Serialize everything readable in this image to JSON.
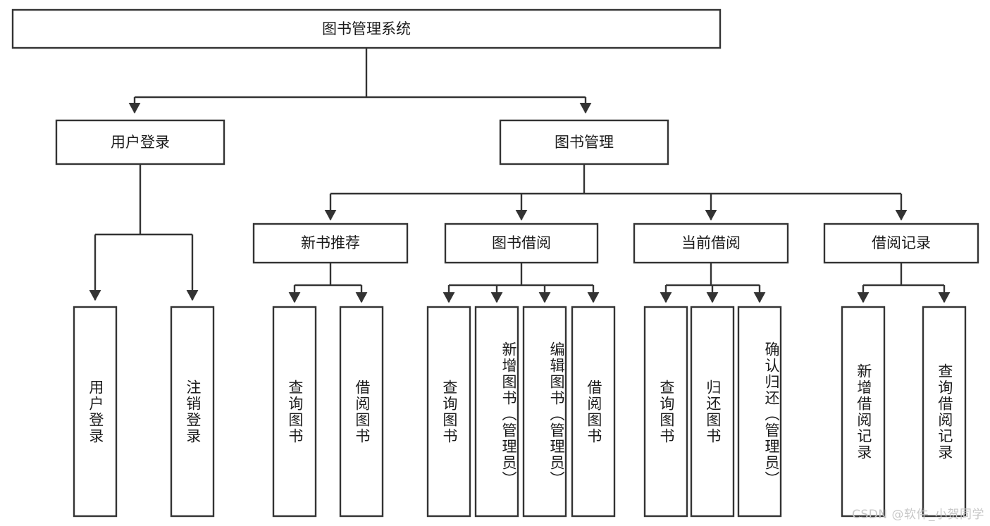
{
  "diagram": {
    "type": "tree",
    "title": "图书管理系统",
    "watermark": "CSDN @软件_小贺同学",
    "colors": {
      "box_stroke": "#333333",
      "box_fill": "#ffffff",
      "text": "#1b1b1b",
      "background": "#ffffff",
      "watermark": "#c7c7c7"
    },
    "root": {
      "label": "图书管理系统"
    },
    "level2": [
      {
        "label": "用户登录"
      },
      {
        "label": "图书管理"
      }
    ],
    "level3": [
      {
        "label": "新书推荐"
      },
      {
        "label": "图书借阅"
      },
      {
        "label": "当前借阅"
      },
      {
        "label": "借阅记录"
      }
    ],
    "leaves": {
      "user_login": [
        {
          "label": "用户登录"
        },
        {
          "label": "注销登录"
        }
      ],
      "new_book_recommend": [
        {
          "label": "查询图书"
        },
        {
          "label": "借阅图书"
        }
      ],
      "book_borrow": [
        {
          "label": "查询图书"
        },
        {
          "label": "新增图书（管理员）"
        },
        {
          "label": "编辑图书（管理员）"
        },
        {
          "label": "借阅图书"
        }
      ],
      "current_borrow": [
        {
          "label": "查询图书"
        },
        {
          "label": "归还图书"
        },
        {
          "label": "确认归还（管理员）"
        }
      ],
      "borrow_record": [
        {
          "label": "新增借阅记录"
        },
        {
          "label": "查询借阅记录"
        }
      ]
    }
  }
}
